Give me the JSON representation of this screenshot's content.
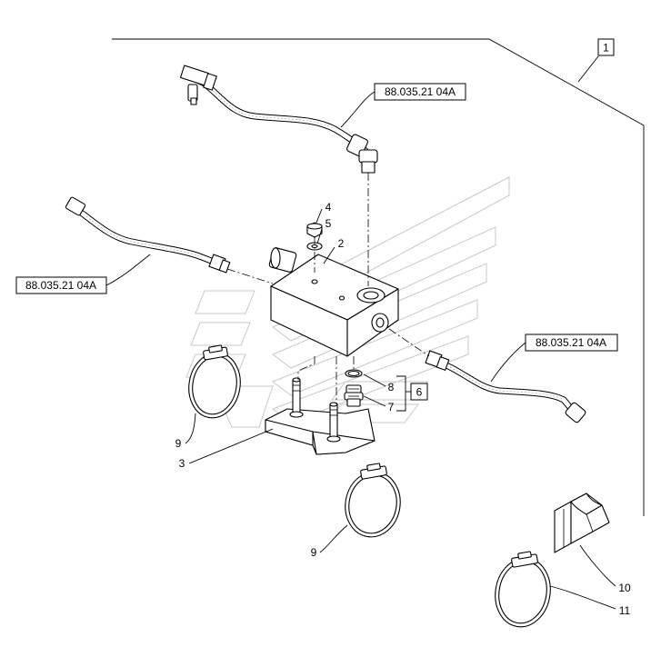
{
  "refs": {
    "ref_top": "88.035.21 04A",
    "ref_left": "88.035.21 04A",
    "ref_right": "88.035.21 04A"
  },
  "callouts": {
    "c1": "1",
    "c2": "2",
    "c3": "3",
    "c4": "4",
    "c5": "5",
    "c6": "6",
    "c7": "7",
    "c8": "8",
    "c9a": "9",
    "c9b": "9",
    "c10": "10",
    "c11": "11"
  }
}
